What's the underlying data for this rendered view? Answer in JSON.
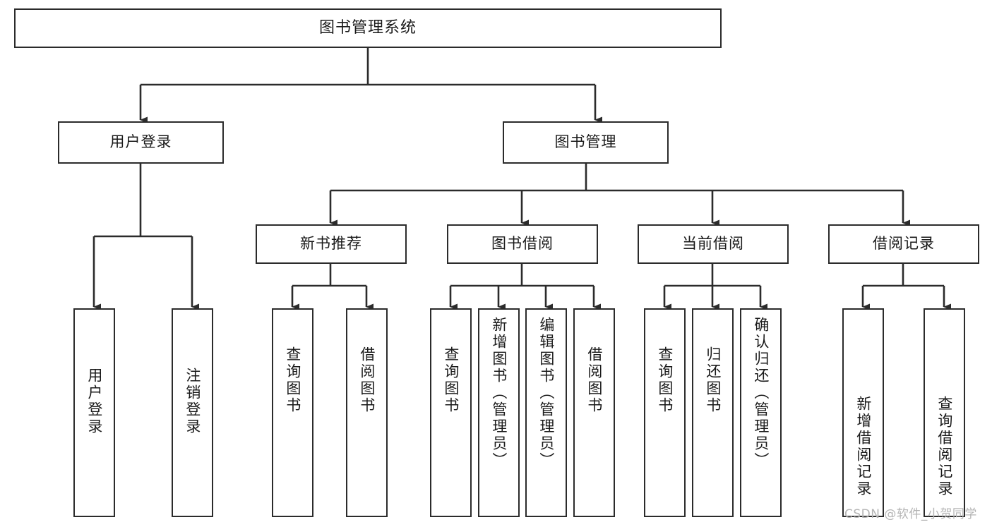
{
  "diagram": {
    "title": "图书管理系统",
    "type": "hierarchy-tree",
    "watermark": "CSDN @软件_小贺同学",
    "colors": {
      "box_border": "#2b2b2b",
      "box_fill": "#ffffff",
      "connector": "#2b2b2b",
      "text": "#1a1a1a",
      "watermark": "#b4b4b4",
      "background": "#ffffff"
    },
    "root": {
      "label": "图书管理系统"
    },
    "level2": [
      {
        "label": "用户登录"
      },
      {
        "label": "图书管理"
      }
    ],
    "level3": [
      {
        "label": "新书推荐"
      },
      {
        "label": "图书借阅"
      },
      {
        "label": "当前借阅"
      },
      {
        "label": "借阅记录"
      }
    ],
    "leaves": {
      "user_login": [
        {
          "label": "用户登录"
        },
        {
          "label": "注销登录"
        }
      ],
      "new_book_recommend": [
        {
          "label": "查询图书"
        },
        {
          "label": "借阅图书"
        }
      ],
      "book_borrow": [
        {
          "label": "查询图书"
        },
        {
          "label": "新增图书（管理员）"
        },
        {
          "label": "编辑图书（管理员）"
        },
        {
          "label": "借阅图书"
        }
      ],
      "current_borrow": [
        {
          "label": "查询图书"
        },
        {
          "label": "归还图书"
        },
        {
          "label": "确认归还（管理员）"
        }
      ],
      "borrow_record": [
        {
          "label": "新增借阅记录"
        },
        {
          "label": "查询借阅记录"
        }
      ]
    }
  }
}
